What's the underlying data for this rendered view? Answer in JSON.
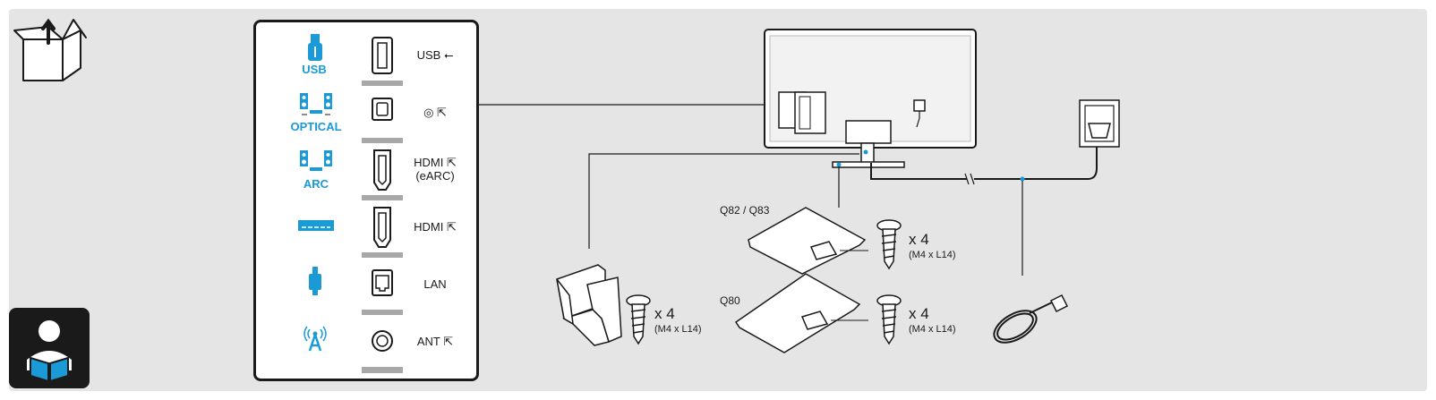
{
  "colors": {
    "background": "#e5e5e5",
    "accent": "#1a9ad6",
    "port_column": "#a8a8a8",
    "manual_icon_bg": "#1a1a1a"
  },
  "icons": {
    "box": "open-box-arrow-icon",
    "manual": "person-reading-manual-icon"
  },
  "ports": [
    {
      "device_label": "USB",
      "device_icon": "usb-stick-icon",
      "port_icon": "usb-port-icon",
      "port_name": "USB ⭠",
      "port_name_2": ""
    },
    {
      "device_label": "OPTICAL",
      "device_icon": "speakers-icon",
      "port_icon": "optical-port-icon",
      "port_name": "◎ ⇱",
      "port_name_2": ""
    },
    {
      "device_label": "ARC",
      "device_icon": "speakers-icon",
      "port_icon": "hdmi-port-icon",
      "port_name": "HDMI ⇱",
      "port_name_2": "(eARC)"
    },
    {
      "device_label": "",
      "device_icon": "set-top-box-icon",
      "port_icon": "hdmi-port-icon",
      "port_name": "HDMI ⇱",
      "port_name_2": ""
    },
    {
      "device_label": "",
      "device_icon": "lan-cable-icon",
      "port_icon": "lan-port-icon",
      "port_name": "LAN",
      "port_name_2": ""
    },
    {
      "device_label": "",
      "device_icon": "antenna-icon",
      "port_icon": "antenna-port-icon",
      "port_name": "ANT ⇱",
      "port_name_2": ""
    }
  ],
  "parts": {
    "stand_q82_label": "Q82 / Q83",
    "stand_q80_label": "Q80",
    "screw_count": "x 4",
    "screw_size": "(M4 x L14)"
  }
}
